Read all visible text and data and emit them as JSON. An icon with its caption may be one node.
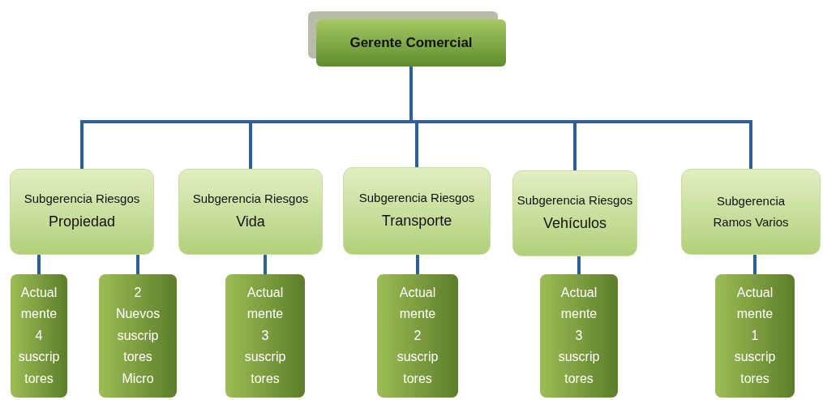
{
  "diagram": {
    "nodes": [
      {
        "text": [
          "Gerente Comercial"
        ]
      },
      {
        "text": [
          "Subgerencia Riesgos",
          "Propiedad"
        ]
      },
      {
        "text": [
          "Subgerencia Riesgos",
          "Vida"
        ]
      },
      {
        "text": [
          "Subgerencia Riesgos",
          "Transporte"
        ]
      },
      {
        "text": [
          "Subgerencia Riesgos",
          "Vehículos"
        ]
      },
      {
        "text": [
          "Subgerencia",
          "Ramos Varios"
        ]
      },
      {
        "text": [
          "Actual mente 4 suscrip tores"
        ]
      },
      {
        "text": [
          "2 Nuevos suscrip tores Micro"
        ]
      },
      {
        "text": [
          "Actual mente 3 suscrip tores"
        ]
      },
      {
        "text": [
          "Actual mente 2 suscrip tores"
        ]
      },
      {
        "text": [
          "Actual mente 3 suscrip tores"
        ]
      },
      {
        "text": [
          "Actual mente 1 suscrip tores"
        ]
      }
    ],
    "edges": [
      {
        "from": 0,
        "to": 1,
        "arrow": "none"
      },
      {
        "from": 0,
        "to": 2,
        "arrow": "none"
      },
      {
        "from": 0,
        "to": 3,
        "arrow": "none"
      },
      {
        "from": 0,
        "to": 4,
        "arrow": "none"
      },
      {
        "from": 0,
        "to": 5,
        "arrow": "none"
      },
      {
        "from": 1,
        "to": 6,
        "arrow": "none"
      },
      {
        "from": 1,
        "to": 7,
        "arrow": "none"
      },
      {
        "from": 2,
        "to": 8,
        "arrow": "none"
      },
      {
        "from": 3,
        "to": 9,
        "arrow": "none"
      },
      {
        "from": 4,
        "to": 10,
        "arrow": "none"
      },
      {
        "from": 5,
        "to": 11,
        "arrow": "none"
      }
    ]
  }
}
